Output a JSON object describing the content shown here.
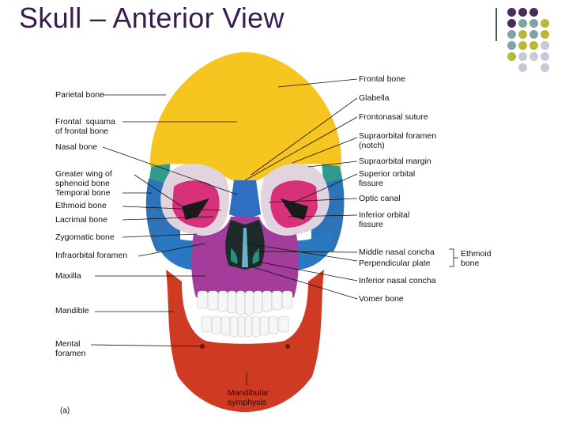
{
  "title": "Skull – Anterior View",
  "panel_label": "(a)",
  "left_labels": [
    "Parietal bone",
    "Frontal  squama\nof frontal bone",
    "Nasal bone",
    "Greater wing of\nsphenoid bone",
    "Temporal bone",
    "Ethmoid bone",
    "Lacrimal bone",
    "Zygomatic bone",
    "Infraorbital foramen",
    "Maxilla",
    "Mandible",
    "Mental\nforamen"
  ],
  "right_labels": [
    "Frontal bone",
    "Glabella",
    "Frontonasal suture",
    "Supraorbital foramen\n(notch)",
    "Supraorbital margin",
    "Superior orbital\nfissure",
    "Optic canal",
    "Inferior orbital\nfissure",
    "Middle nasal concha",
    "Perpendicular plate",
    "Inferior nasal concha",
    "Vomer bone"
  ],
  "ethmoid_group_label": "Ethmoid\nbone",
  "bottom_label": "Mandibular\nsymphysis",
  "colors": {
    "frontal": "#f6c51f",
    "parietal": "#2f9b8e",
    "sphenoid": "#2e73b8",
    "ethmoid_orbit": "#d7317a",
    "zygomatic": "#2a78c2",
    "maxilla": "#a33c9a",
    "mandible": "#cf3a22",
    "nasal": "#2f6fc0",
    "teeth": "#f6f6f6"
  },
  "deco_dots": [
    "#4b2a5c",
    "#4b2a5c",
    "#4b2a5c",
    "#4b2a5c",
    "#7fa3a6",
    "#7fa3a6",
    "#b9b83a",
    "#7fa3a6",
    "#b9b83a",
    "#7fa3a6",
    "#b9b83a",
    "#7fa3a6",
    "#b9b83a",
    "#b9b83a",
    "#c8c8d6",
    "#b9b83a",
    "#c8c8d6",
    "#c8c8d6",
    "#c8c8d6",
    "#c8c8d6",
    "#c8c8d6"
  ]
}
